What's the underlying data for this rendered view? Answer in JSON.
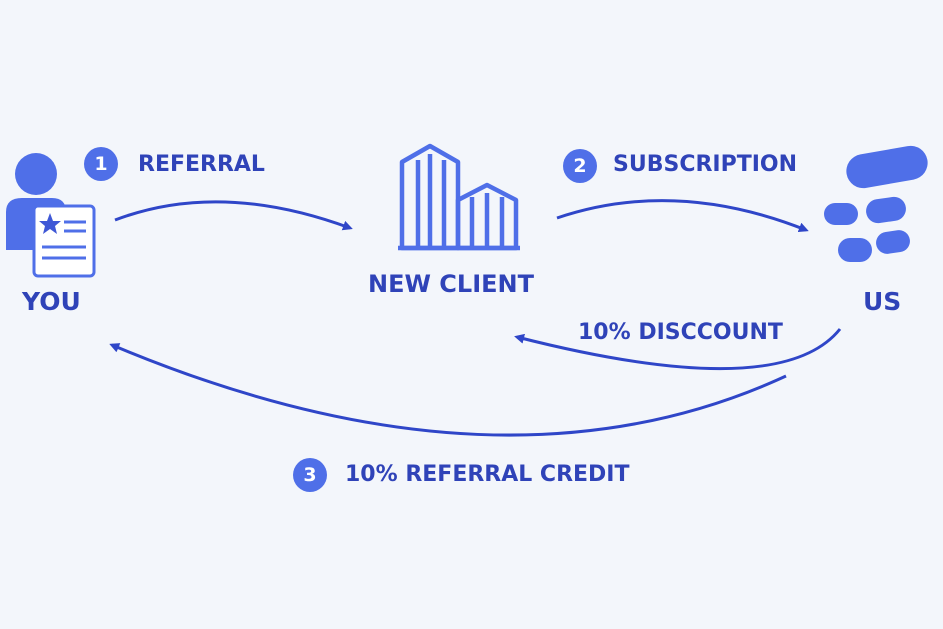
{
  "colors": {
    "background": "#f3f6fb",
    "primary": "#2f43b8",
    "accent": "#4f6fe8",
    "arrow": "#2f46c8"
  },
  "nodes": {
    "you": {
      "label": "YOU",
      "icon": "person-with-id-card-icon"
    },
    "new_client": {
      "label": "NEW CLIENT",
      "icon": "buildings-icon"
    },
    "us": {
      "label": "US",
      "icon": "company-logo-icon"
    }
  },
  "flows": {
    "referral": {
      "step": "1",
      "label": "REFERRAL"
    },
    "subscription": {
      "step": "2",
      "label": "SUBSCRIPTION"
    },
    "discount": {
      "label": "10% DISCCOUNT"
    },
    "referral_credit": {
      "step": "3",
      "label": "10% REFERRAL CREDIT"
    }
  }
}
